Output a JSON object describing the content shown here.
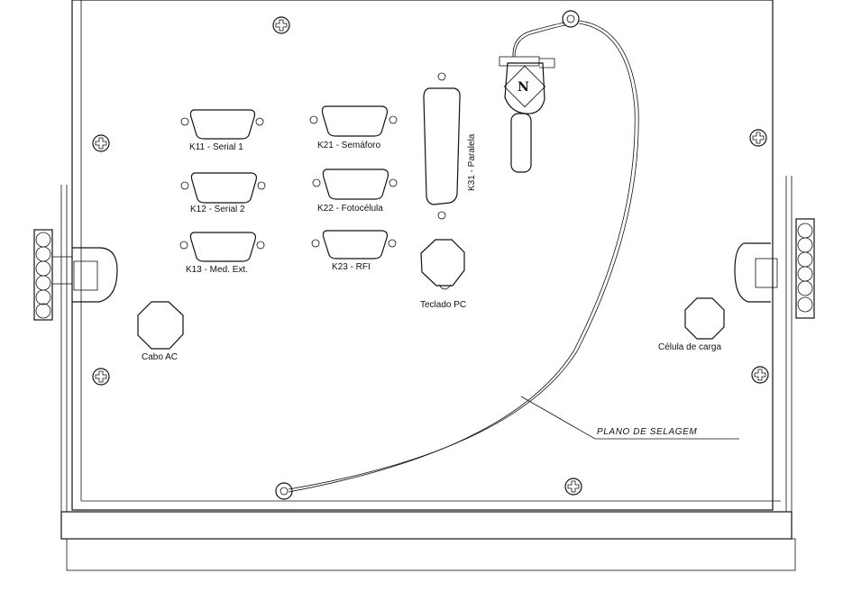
{
  "panel": {
    "connectors": {
      "k11": "K11 - Serial 1",
      "k12": "K12 - Serial 2",
      "k13": "K13 - Med. Ext.",
      "k21": "K21 - Semáforo",
      "k22": "K22 - Fotocélula",
      "k23": "K23 - RFI",
      "k31": "K31 - Paralela"
    },
    "glands": {
      "ac_cable": "Cabo AC",
      "pc_keyboard": "Teclado PC",
      "load_cell": "Célula de carga"
    },
    "seal_plane": "PLANO DE SELAGEM",
    "seal_letter": "N"
  }
}
